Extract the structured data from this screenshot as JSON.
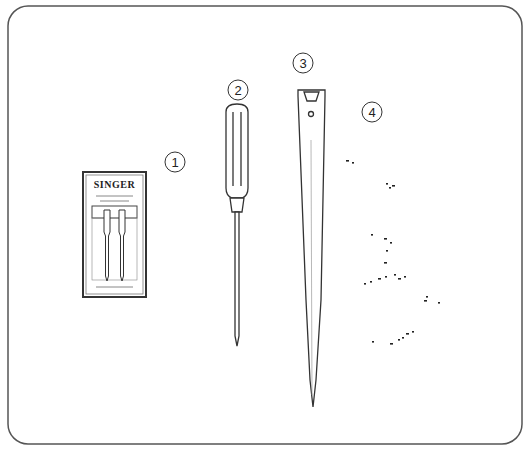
{
  "diagram": {
    "labels": [
      "1",
      "2",
      "3",
      "4",
      "SINGER"
    ]
  }
}
